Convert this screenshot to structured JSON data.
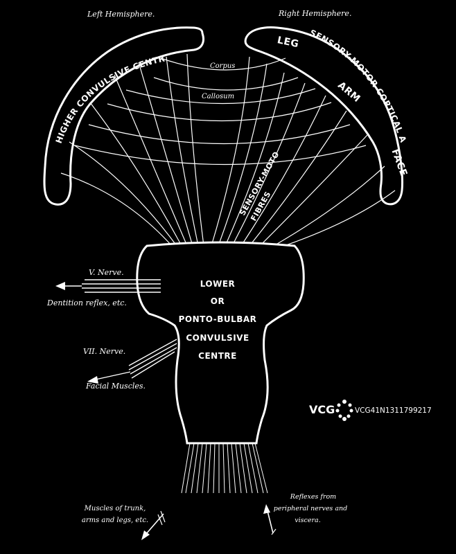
{
  "labels": {
    "left_hemisphere": "Left Hemisphere.",
    "right_hemisphere": "Right Hemisphere.",
    "corpus": "Corpus",
    "callosum": "Callosum",
    "higher_centre": "HIGHER CONVULSIVE CENTRE",
    "leg": "LEG",
    "sensory_motor_area": "SENSORY-MOTOR CORTICAL AREA",
    "arm": "ARM",
    "face": "FACE",
    "fibres_line1": "SENSORY-MOTOR",
    "fibres_line2": "FIBRES",
    "lower_centre": [
      "LOWER",
      "OR",
      "PONTO-BULBAR",
      "CONVULSIVE",
      "CENTRE"
    ],
    "v_nerve": "V. Nerve.",
    "dentition": "Dentition reflex, etc.",
    "vii_nerve": "VII. Nerve.",
    "facial_muscles": "Facial Muscles.",
    "muscles_line1": "Muscles of trunk,",
    "muscles_line2": "arms and legs, etc.",
    "reflexes_line1": "Reflexes from",
    "reflexes_line2": "peripheral nerves and",
    "reflexes_line3": "viscera."
  },
  "watermark": {
    "brand": "VCG",
    "id": "VCG41N1311799217"
  }
}
